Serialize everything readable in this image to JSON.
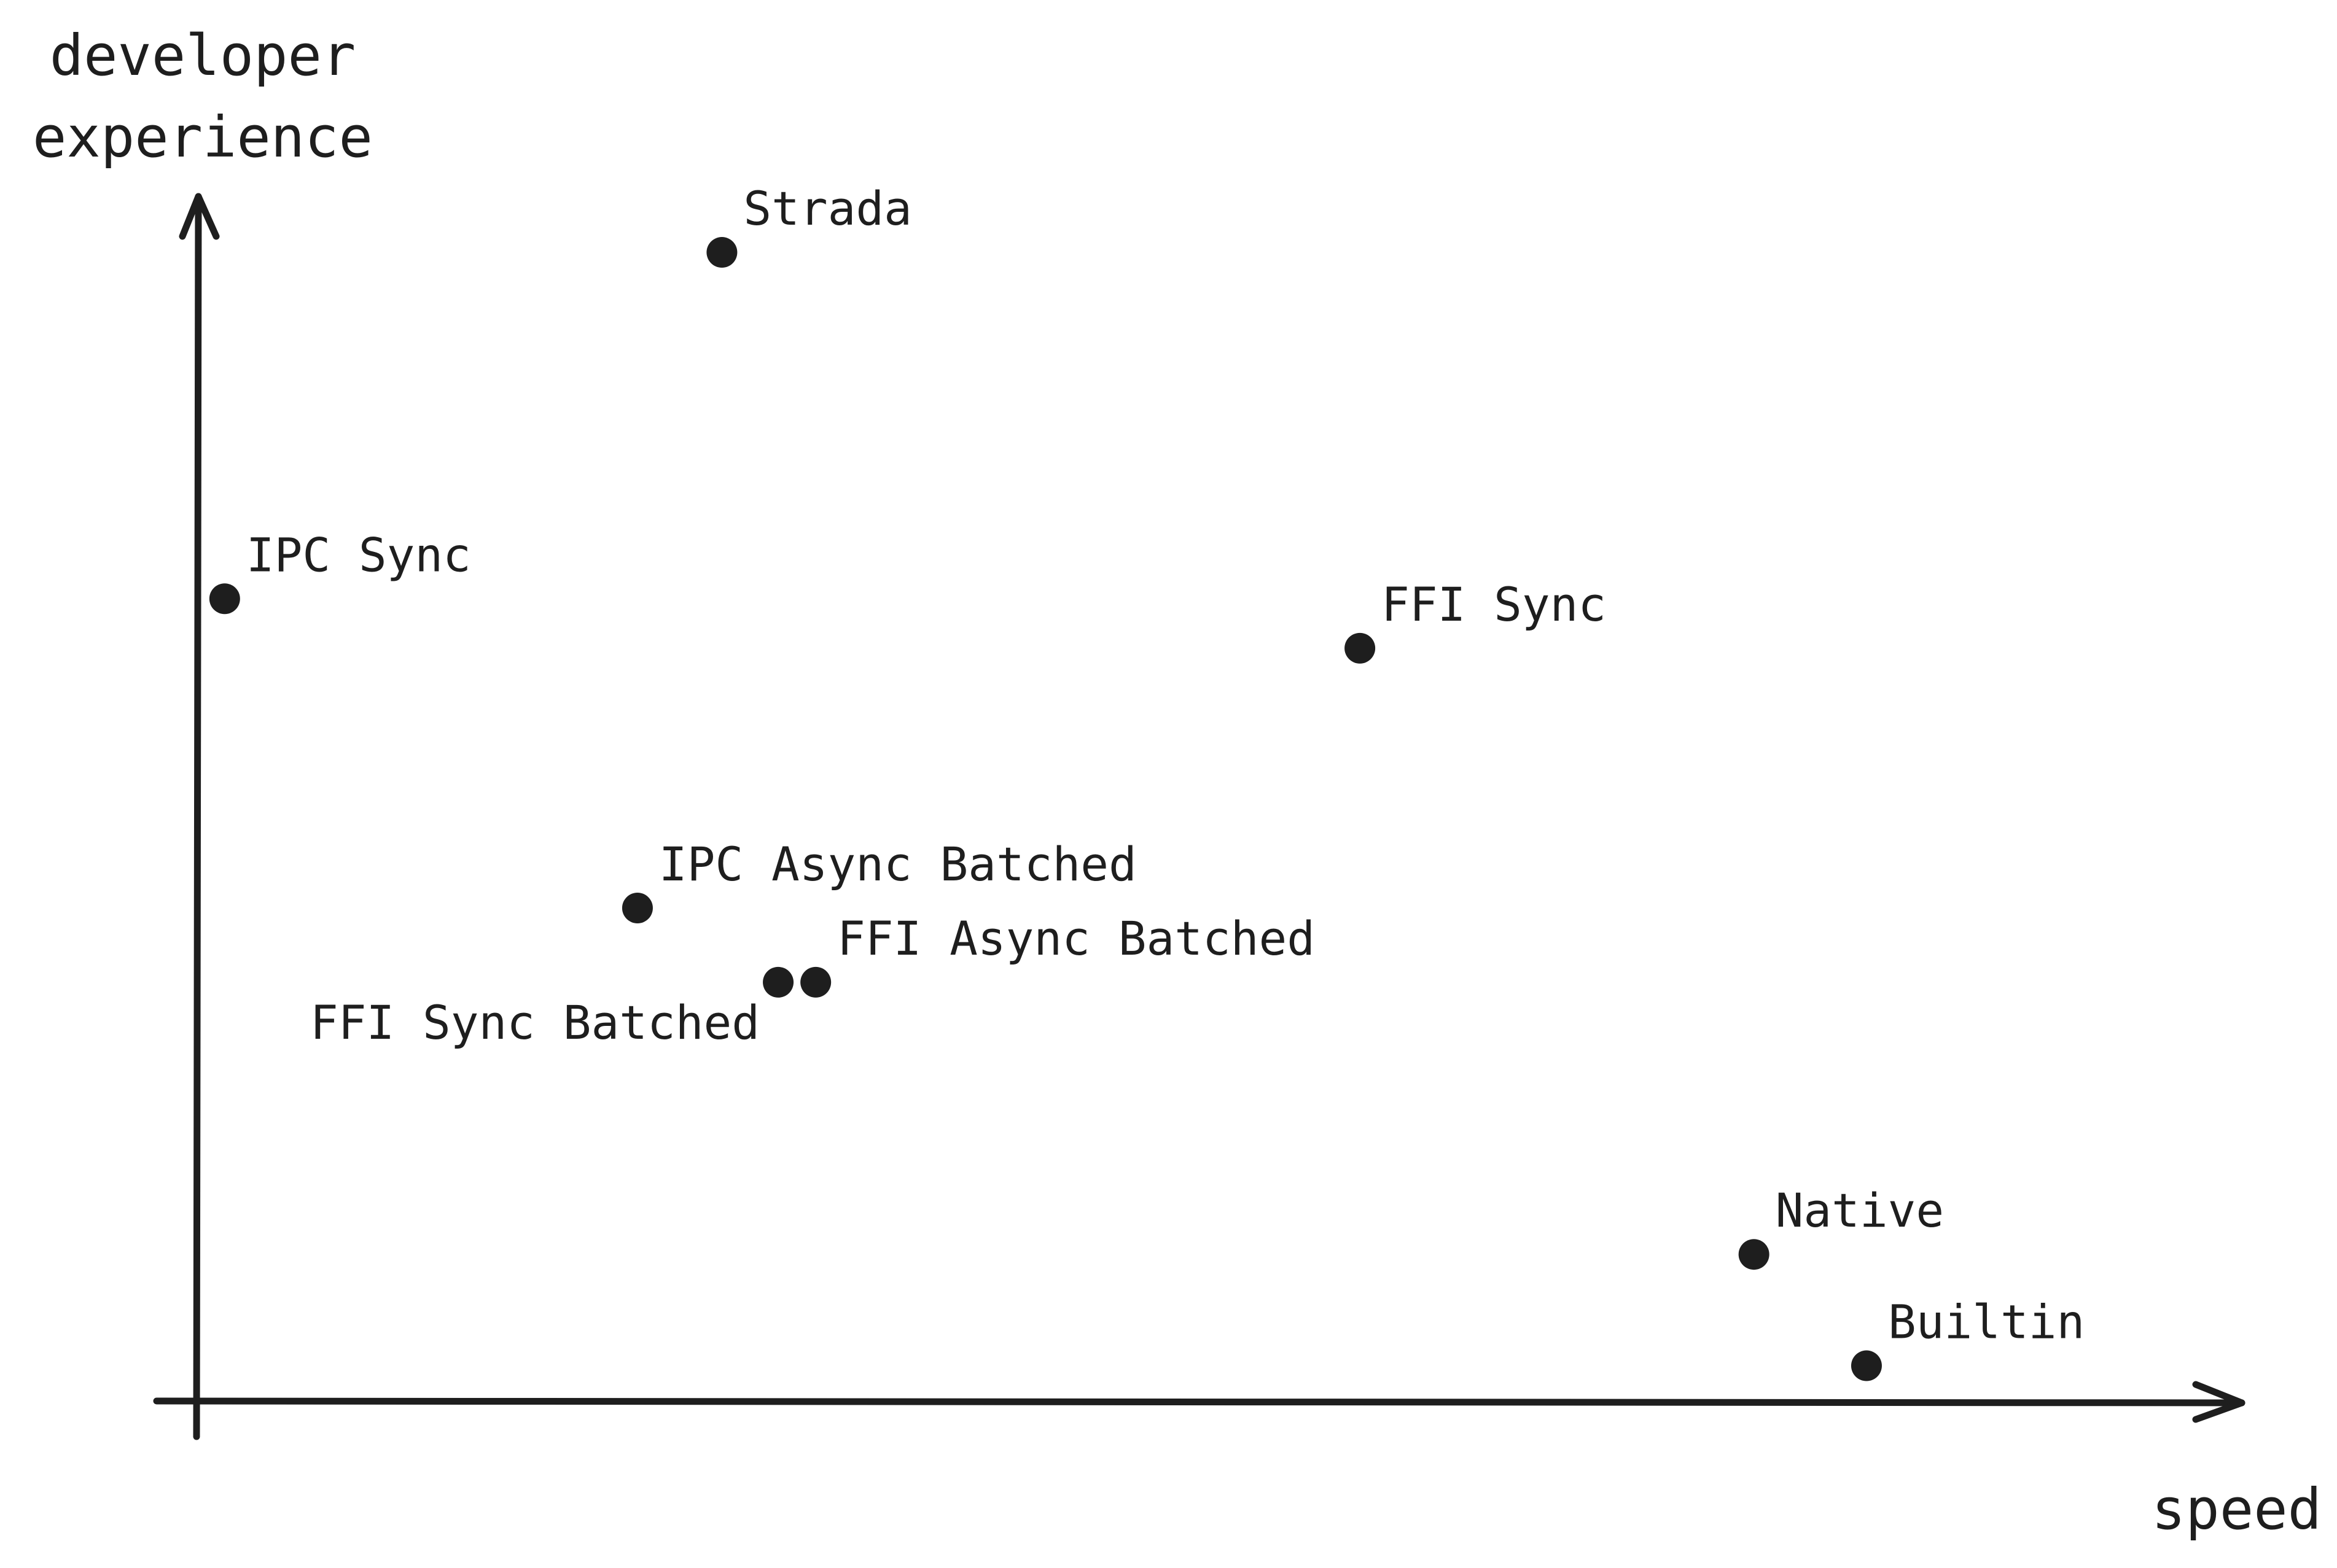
{
  "chart_data": {
    "type": "scatter",
    "xlabel": "speed",
    "ylabel_lines": [
      "developer",
      "experience"
    ],
    "xlim": [
      0,
      100
    ],
    "ylim": [
      0,
      100
    ],
    "grid": false,
    "legend": "none",
    "color": "#1e1e1e",
    "points": [
      {
        "label": "Strada",
        "x": 28,
        "y": 93
      },
      {
        "label": "IPC Sync",
        "x": 1.5,
        "y": 65
      },
      {
        "label": "FFI Sync",
        "x": 62,
        "y": 61
      },
      {
        "label": "IPC Async Batched",
        "x": 23.5,
        "y": 40
      },
      {
        "label": "FFI Async Batched",
        "x": 33,
        "y": 34
      },
      {
        "label": "FFI Sync Batched",
        "x": 31,
        "y": 34
      },
      {
        "label": "Native",
        "x": 83,
        "y": 12
      },
      {
        "label": "Builtin",
        "x": 89,
        "y": 3
      }
    ]
  }
}
